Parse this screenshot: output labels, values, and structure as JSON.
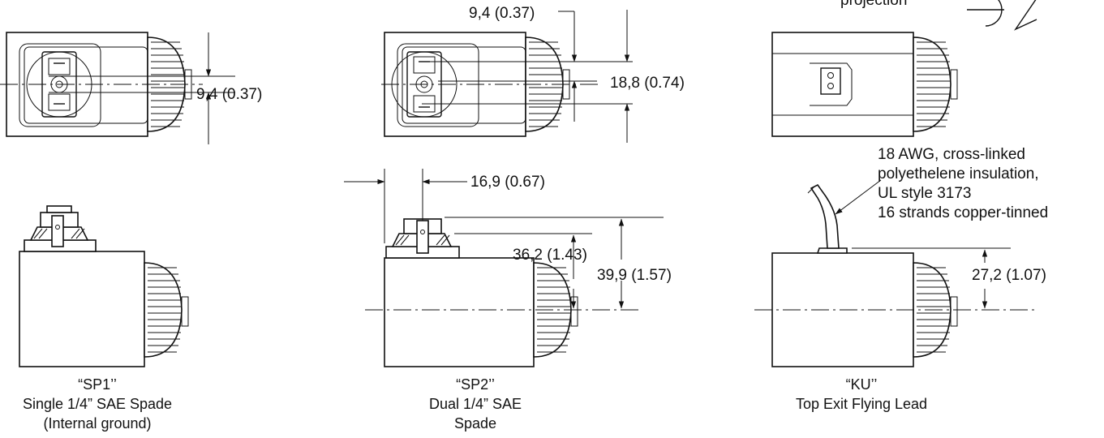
{
  "dimensions": {
    "sp1_top_offset": "9,4 (0.37)",
    "sp2_top_offset": "9,4 (0.37)",
    "sp2_top_spacing": "18,8 (0.74)",
    "sp2_side_offset": "16,9 (0.67)",
    "sp2_side_height_inner": "36,2 (1.43)",
    "sp2_side_height_outer": "39,9 (1.57)",
    "ku_side_height": "27,2 (1.07)"
  },
  "header": {
    "projection_label": "projection"
  },
  "wire_note": {
    "lines": [
      "18 AWG, cross-linked",
      "polyethelene insulation,",
      "UL style 3173",
      "16 strands copper-tinned"
    ]
  },
  "captions": {
    "sp1": [
      "“SP1’’",
      "Single 1/4” SAE Spade",
      "(Internal ground)"
    ],
    "sp2": [
      "“SP2’’",
      "Dual 1/4” SAE",
      "Spade"
    ],
    "ku": [
      "“KU’’",
      "Top Exit Flying Lead"
    ]
  }
}
